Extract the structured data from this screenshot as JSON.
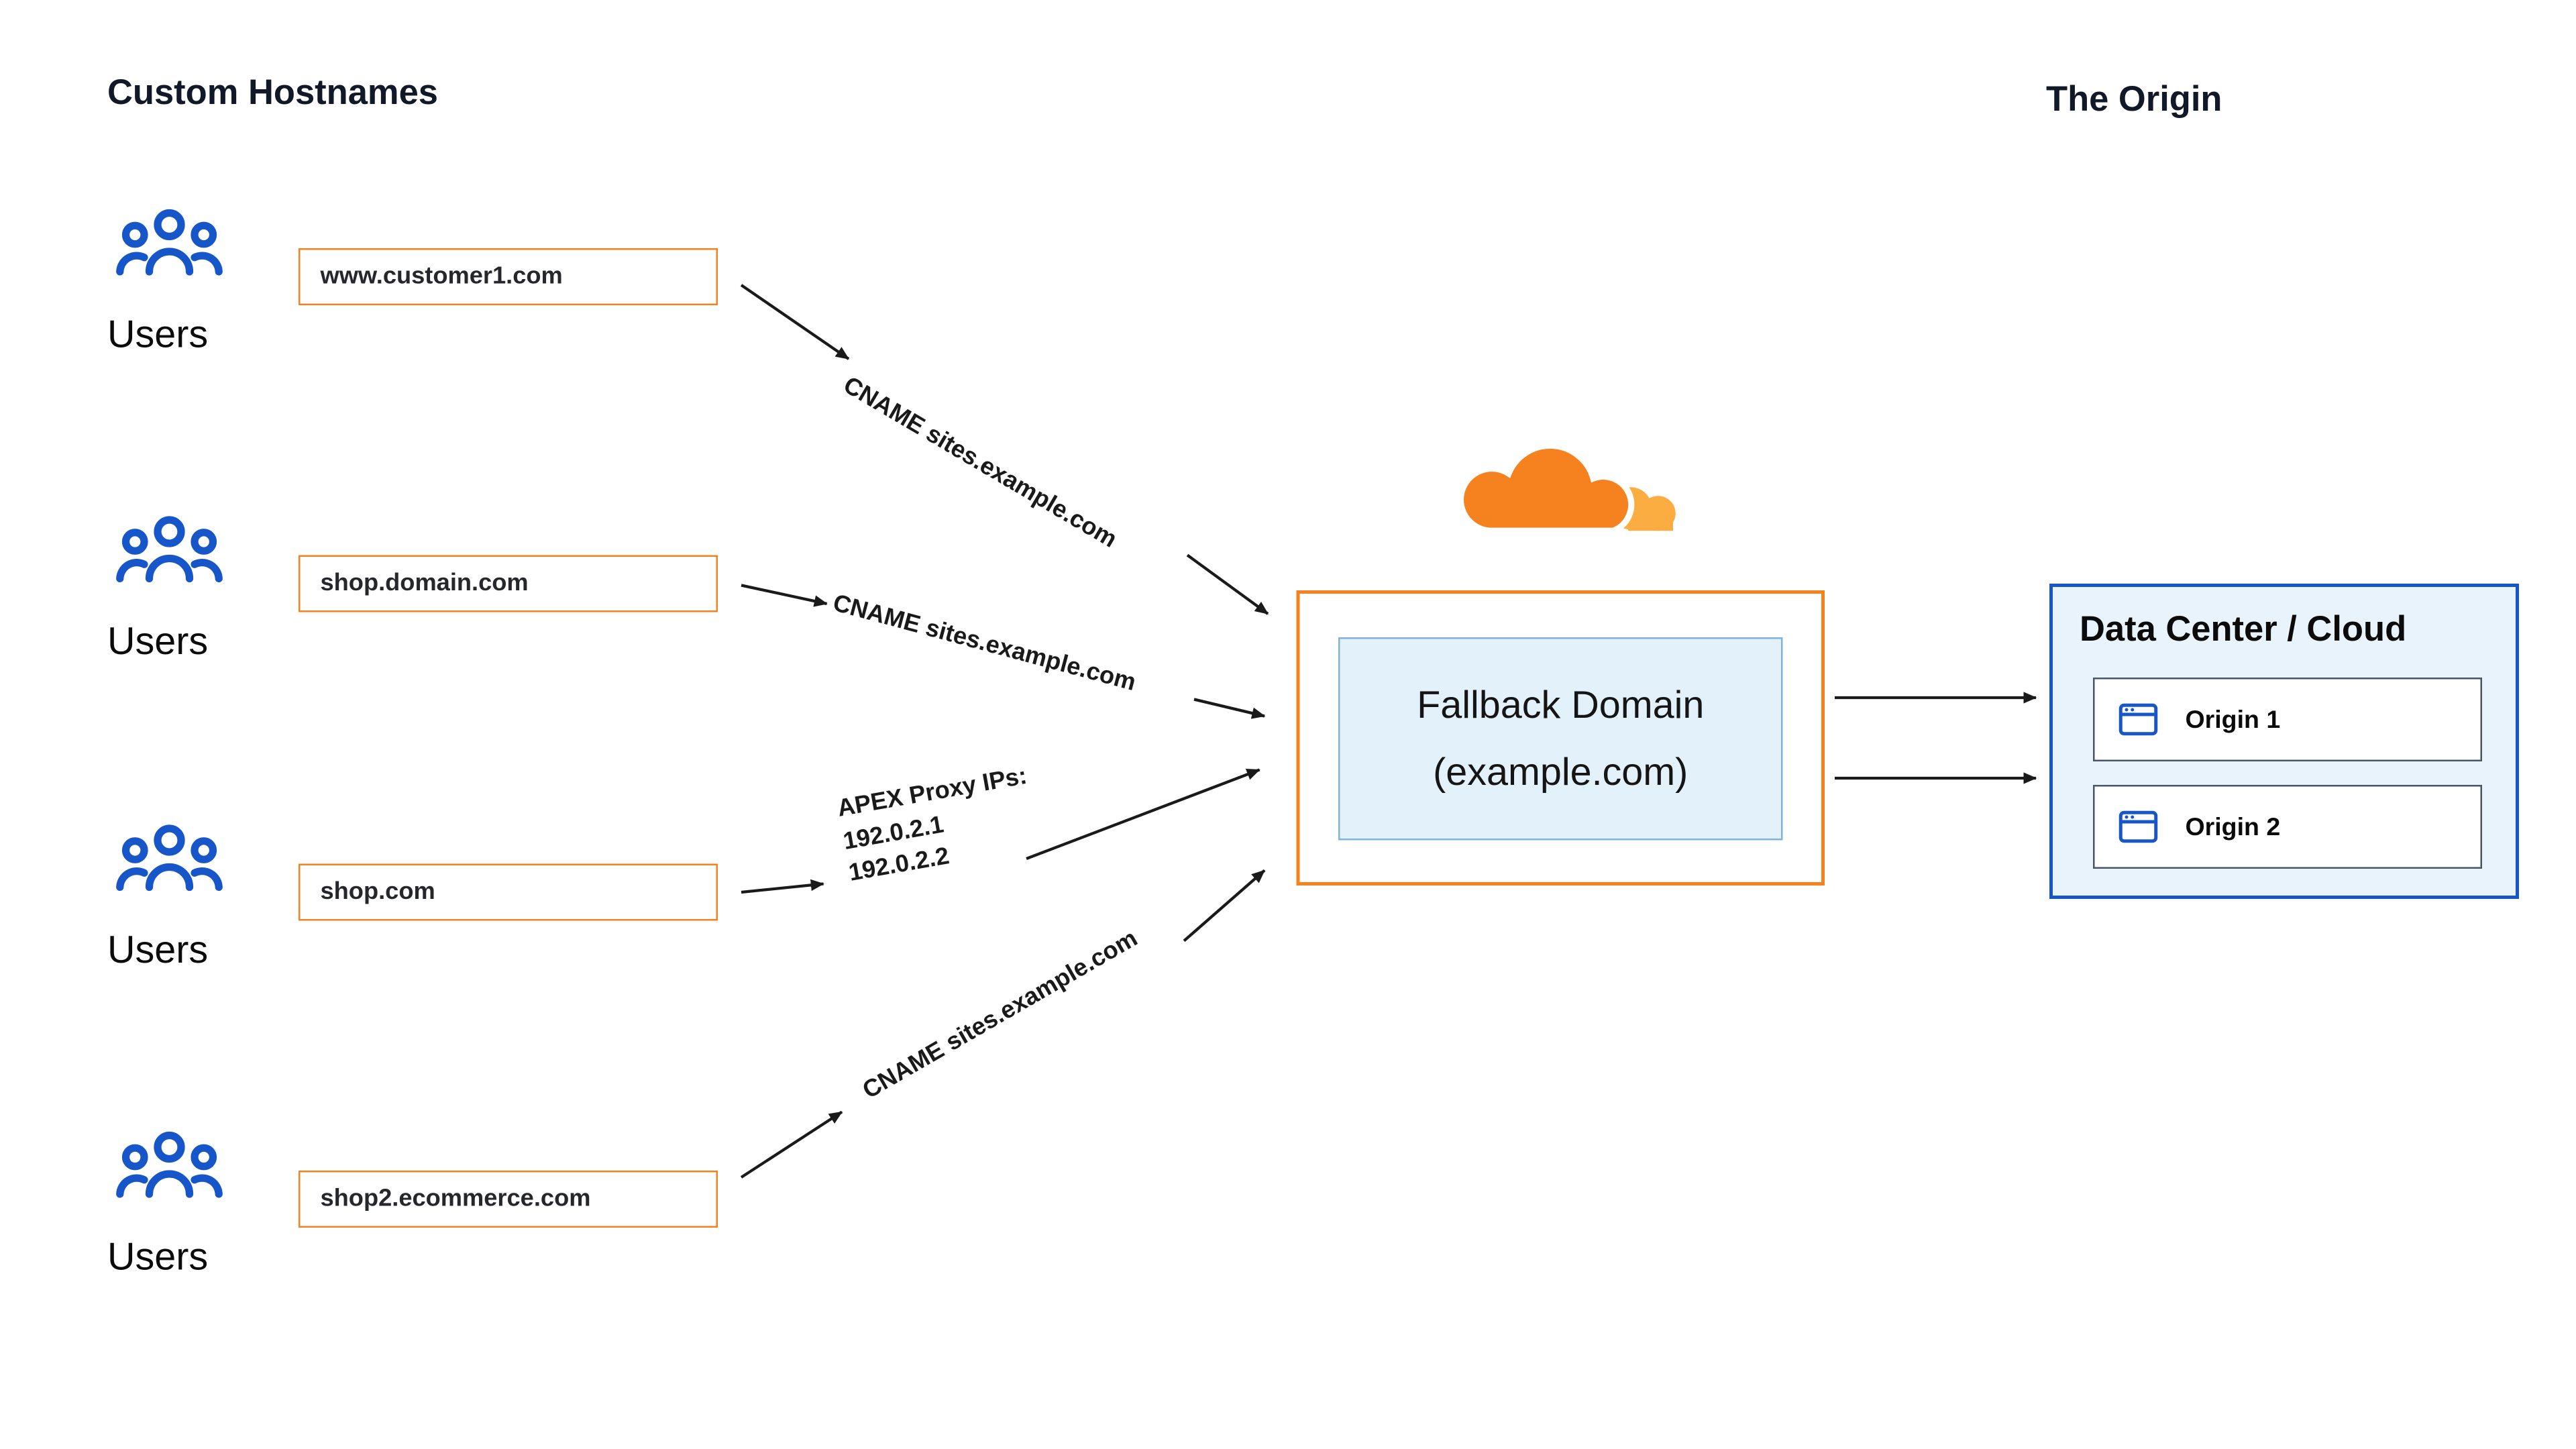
{
  "page": {
    "title_left": "Custom Hostnames",
    "title_right": "The Origin"
  },
  "users_label": "Users",
  "hostnames": [
    "www.customer1.com",
    "shop.domain.com",
    "shop.com",
    "shop2.ecommerce.com"
  ],
  "connections": [
    {
      "label": "CNAME sites.example.com"
    },
    {
      "label": "CNAME sites.example.com"
    },
    {
      "label": "APEX Proxy IPs:\n192.0.2.1\n192.0.2.2"
    },
    {
      "label": "CNAME sites.example.com"
    }
  ],
  "fallback": {
    "title": "Fallback Domain",
    "subtitle": "(example.com)"
  },
  "origin": {
    "panel_title": "Data Center / Cloud",
    "items": [
      "Origin 1",
      "Origin 2"
    ]
  },
  "icons": {
    "users": "users-group-icon",
    "origin_item": "browser-window-icon",
    "logo": "cloudflare-logo"
  },
  "colors": {
    "orange": "#F6821F",
    "orange_light": "#FBAD41",
    "blue": "#1656C9",
    "panel_bg": "#E9F3FC",
    "inner_box_bg": "#E3F1FB",
    "arrow": "#1a1a1a"
  }
}
